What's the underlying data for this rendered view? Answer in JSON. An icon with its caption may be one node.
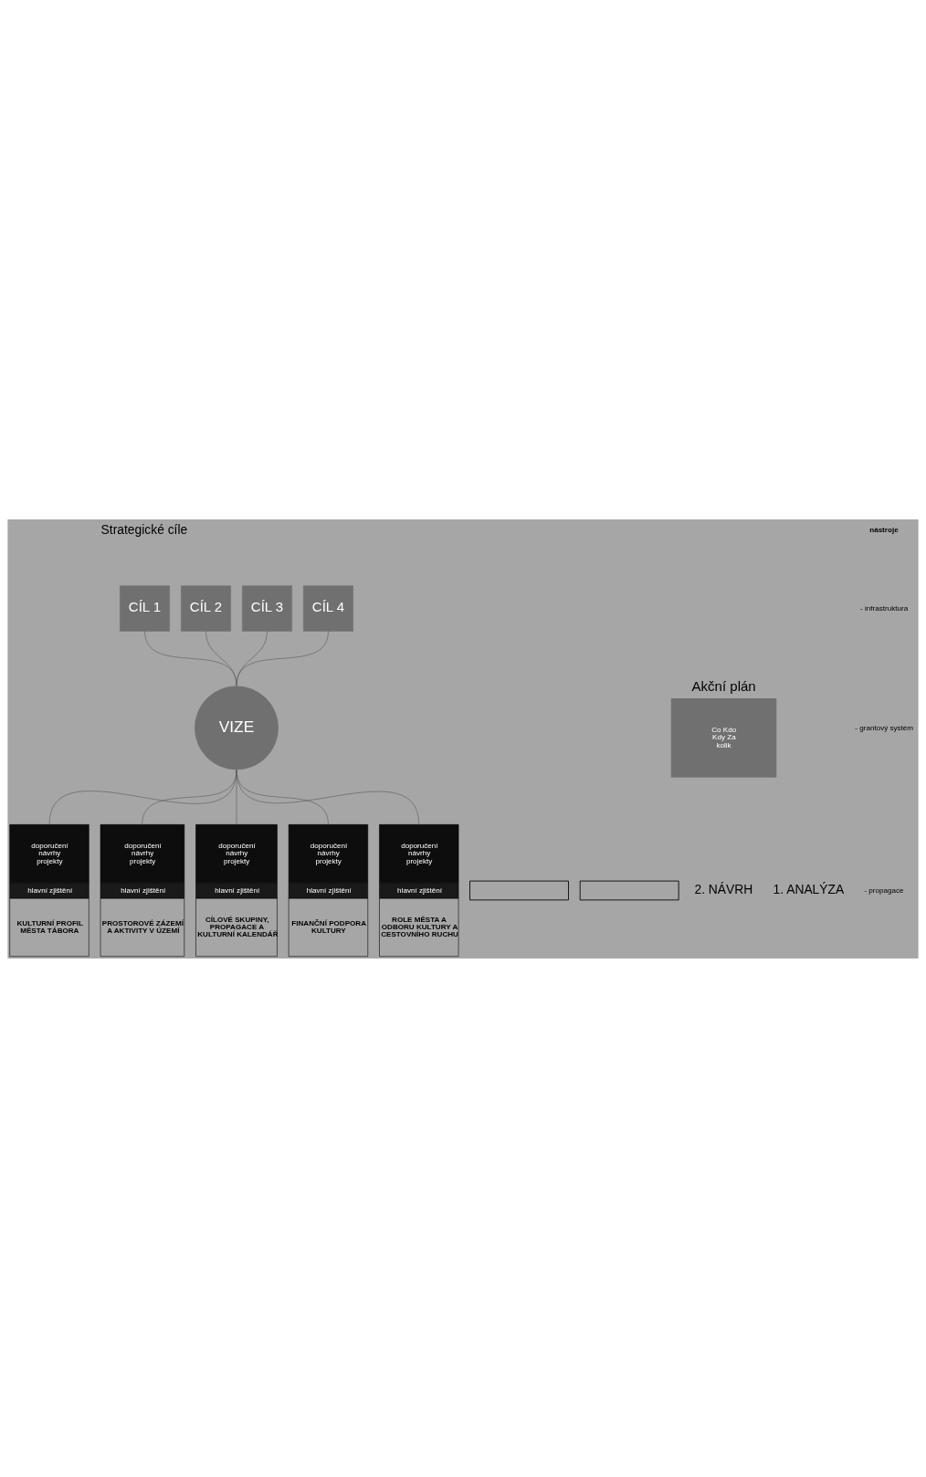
{
  "diagram": {
    "nodes": [
      {
        "text": [
          "doporučení návrhy projekty",
          "hlavní zjištění",
          "KULTURNÍ PROFIL MĚSTA TÁBORA"
        ]
      },
      {
        "text": [
          "doporučení návrhy projekty",
          "hlavní zjištění",
          "PROSTOROVÉ ZÁZEMÍ A AKTIVITY V ÚZEMÍ"
        ]
      },
      {
        "text": [
          "doporučení návrhy projekty",
          "hlavní zjištění",
          "CÍLOVÉ SKUPINY, PROPAGACE A KULTURNÍ KALENDÁŘ"
        ]
      },
      {
        "text": [
          "doporučení návrhy projekty",
          "hlavní zjištění",
          "FINANČNÍ PODPORA KULTURY"
        ]
      },
      {
        "text": [
          "doporučení návrhy projekty",
          "hlavní zjištění",
          "ROLE MĚSTA A ODBORU KULTURY A CESTOVNÍHO RUCHU"
        ]
      },
      {
        "text": [
          "VIZE"
        ]
      },
      {
        "text": [
          "CÍL 1"
        ]
      },
      {
        "text": [
          "CÍL 2"
        ]
      },
      {
        "text": [
          "CÍL 3"
        ]
      },
      {
        "text": [
          "CÍL 4"
        ]
      },
      {
        "text": [],
        "shape": "box"
      },
      {
        "text": [],
        "shape": "box"
      },
      {
        "text": [
          "Akční plán",
          "Co Kdo Kdy Za kolik"
        ]
      }
    ],
    "edges": [
      {
        "from": 0,
        "to": 5,
        "arrow": "none"
      },
      {
        "from": 1,
        "to": 5,
        "arrow": "none"
      },
      {
        "from": 2,
        "to": 5,
        "arrow": "none"
      },
      {
        "from": 3,
        "to": 5,
        "arrow": "none"
      },
      {
        "from": 4,
        "to": 5,
        "arrow": "none"
      },
      {
        "from": 5,
        "to": 6,
        "arrow": "none"
      },
      {
        "from": 5,
        "to": 7,
        "arrow": "none"
      },
      {
        "from": 5,
        "to": 8,
        "arrow": "none"
      },
      {
        "from": 5,
        "to": 9,
        "arrow": "none"
      }
    ],
    "labels": [
      "1. ANALÝZA",
      "2. NÁVRH",
      "Strategické cíle",
      "nástroje",
      "- infrastruktura",
      "- grantový systém",
      "- propagace"
    ]
  }
}
